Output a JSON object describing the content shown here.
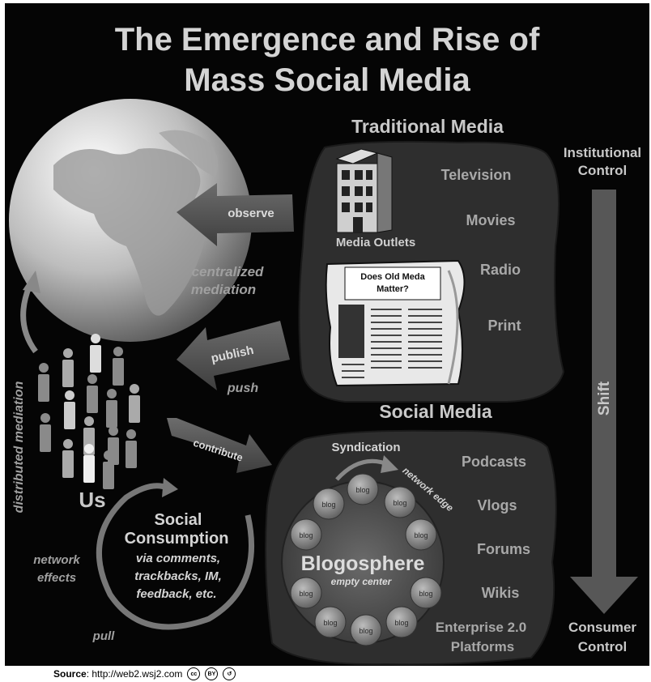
{
  "title": {
    "line1": "The Emergence and Rise of",
    "line2": "Mass Social Media"
  },
  "traditional": {
    "heading": "Traditional Media",
    "outlets_label": "Media Outlets",
    "newspaper_headline": [
      "Does Old Meda",
      "Matter?"
    ],
    "channels": [
      "Television",
      "Movies",
      "Radio",
      "Print"
    ]
  },
  "social": {
    "heading": "Social Media",
    "syndication": "Syndication",
    "network_edge": "network edge",
    "blogosphere": "Blogosphere",
    "empty_center": "empty center",
    "blog_label": "blog",
    "channels": [
      "Podcasts",
      "Vlogs",
      "Forums",
      "Wikis",
      "Enterprise 2.0",
      "Platforms"
    ]
  },
  "arrows": {
    "observe": "observe",
    "publish": "publish",
    "push": "push",
    "contribute": "contribute"
  },
  "left": {
    "centralized": [
      "centralized",
      "mediation"
    ],
    "distributed": "distributed mediation",
    "us": "Us",
    "network_effects": [
      "network",
      "effects"
    ],
    "pull": "pull",
    "consumption_title": [
      "Social",
      "Consumption"
    ],
    "consumption_detail": [
      "via comments,",
      "trackbacks, IM,",
      "feedback, etc."
    ]
  },
  "right": {
    "institutional": [
      "Institutional",
      "Control"
    ],
    "shift": "Shift",
    "consumer": [
      "Consumer",
      "Control"
    ]
  },
  "footer": {
    "source_label": "Source",
    "source_url": ": http://web2.wsj2.com",
    "cc_icons": [
      "cc",
      "BY",
      "↺"
    ]
  },
  "colors": {
    "background": "#050505",
    "panel": "#2e2e2e",
    "arrow": "#555555",
    "text_light": "#d9d9d9",
    "text_mid": "#a9a9a9"
  }
}
